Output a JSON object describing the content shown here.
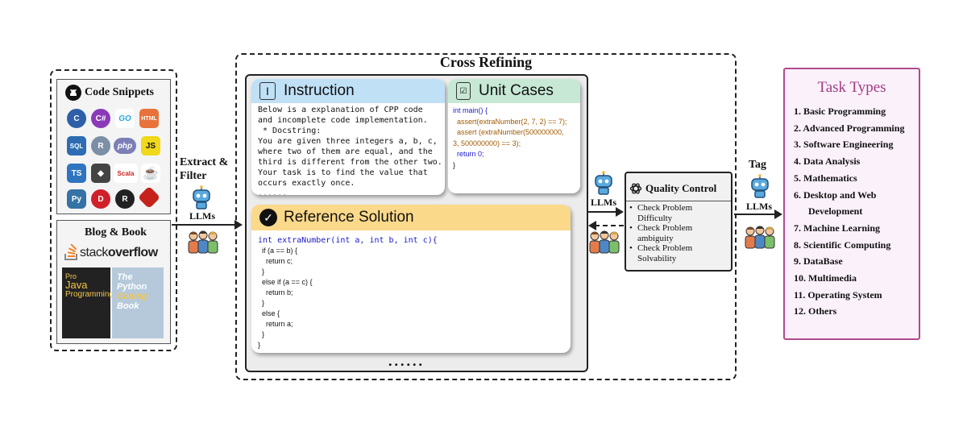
{
  "sources": {
    "code_snippets_title": "Code Snippets",
    "blog_book_title": "Blog & Book",
    "stackoverflow_prefix": "stack",
    "stackoverflow_suffix": "overflow",
    "book_java": {
      "line1": "Pro",
      "line2": "Java",
      "line3": "Programming"
    },
    "book_python": {
      "line1": "The",
      "line2": "Python",
      "line3": "Coding",
      "line4": "Book"
    },
    "lang_icons": [
      "c-icon",
      "csharp-icon",
      "go-icon",
      "html-icon",
      "sql-icon",
      "r-icon",
      "php-icon",
      "js-icon",
      "ts-icon",
      "dart-icon",
      "scala-icon",
      "java-icon",
      "python-icon",
      "d-icon",
      "rust-icon",
      "ruby-icon"
    ],
    "lang_text": {
      "go": "GO",
      "html": "HTML",
      "sql": "SQL",
      "r": "R",
      "php": "php",
      "js": "JS",
      "ts": "TS",
      "scala": "Scala"
    }
  },
  "extract": {
    "label": "Extract &\nFilter",
    "llm_label": "LLMs"
  },
  "cross_refining": {
    "title": "Cross Refining",
    "instruction": {
      "title": "Instruction",
      "icon": "text-cursor-icon",
      "lines": [
        "Below is a explanation of CPP code",
        "and incomplete code implementation.",
        " * Docstring:",
        "You are given three integers a, b, c,",
        "where two of them are equal, and the",
        "third is different from the other two.",
        "Your task is to find the value that",
        "occurs exactly once.",
        "......"
      ]
    },
    "unit_cases": {
      "title": "Unit Cases",
      "icon": "checklist-icon",
      "lines": [
        "int main() {",
        "  assert(extraNumber(2, 7, 2) == 7);",
        "  assert (extraNumber(500000000,",
        "3, 500000000) == 3);",
        "  return 0;",
        "}"
      ]
    },
    "reference": {
      "title": "Reference Solution",
      "icon": "checkmark-circle-icon",
      "lines": [
        "int extraNumber(int a, int b, int c){",
        "  if (a == b) {",
        "    return c;",
        "  }",
        "  else if (a == c) {",
        "    return b;",
        "  }",
        "  else {",
        "    return a;",
        "  }",
        "}"
      ]
    },
    "more": "......"
  },
  "quality": {
    "llm_label": "LLMs",
    "title": "Quality Control",
    "items": [
      "Check Problem\nDifficulty",
      "Check Problem\nambiguity",
      "Check Problem\nSolvability"
    ]
  },
  "tag": {
    "label": "Tag",
    "llm_label": "LLMs"
  },
  "task_types": {
    "title": "Task Types",
    "items": [
      "1.  Basic Programming",
      "2.  Advanced Programming",
      "3.  Software Engineering",
      "4.  Data Analysis",
      "5.  Mathematics",
      "6.  Desktop and Web",
      "      Development",
      "7.  Machine Learning",
      "8.  Scientific Computing",
      "9.  DataBase",
      "10. Multimedia",
      "11. Operating System",
      "12. Others"
    ]
  },
  "colors": {
    "instruction_header": "#bfe0f5",
    "unit_header": "#c6e8d4",
    "reference_header": "#fbd98a",
    "task_border": "#b04a8c",
    "task_bg": "#fbf1fb",
    "task_title": "#a03a83",
    "panel_bg": "#ececec"
  }
}
